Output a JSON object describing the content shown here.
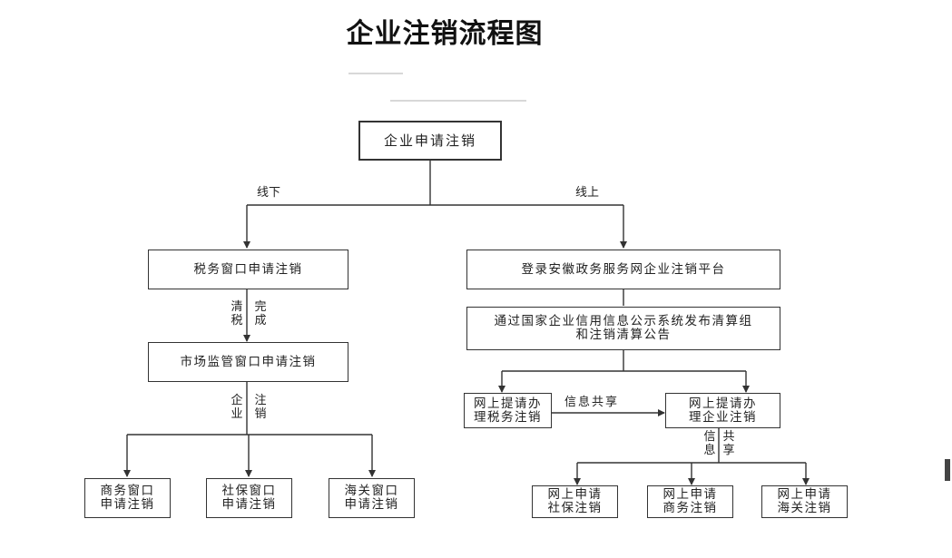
{
  "title": "企业注销流程图",
  "nodes": {
    "apply": "企业申请注销",
    "tax_window": "税务窗口申请注销",
    "market_window": "市场监管窗口申请注销",
    "commerce_window": "商务窗口\n申请注销",
    "social_window": "社保窗口\n申请注销",
    "customs_window": "海关窗口\n申请注销",
    "platform": "登录安徽政务服务网企业注销平台",
    "announce": "通过国家企业信用信息公示系统发布清算组\n和注销清算公告",
    "online_tax": "网上提请办\n理税务注销",
    "online_enterprise": "网上提请办\n理企业注销",
    "online_social": "网上申请\n社保注销",
    "online_commerce": "网上申请\n商务注销",
    "online_customs": "网上申请\n海关注销"
  },
  "edge_labels": {
    "offline": "线下",
    "online": "线上",
    "tax_clear_1": "清\n税",
    "tax_clear_2": "完\n成",
    "enterprise_cancel_1": "企\n业",
    "enterprise_cancel_2": "注\n销",
    "info_share": "信息共享",
    "info_share_v1": "信\n息",
    "info_share_v2": "共\n享"
  }
}
